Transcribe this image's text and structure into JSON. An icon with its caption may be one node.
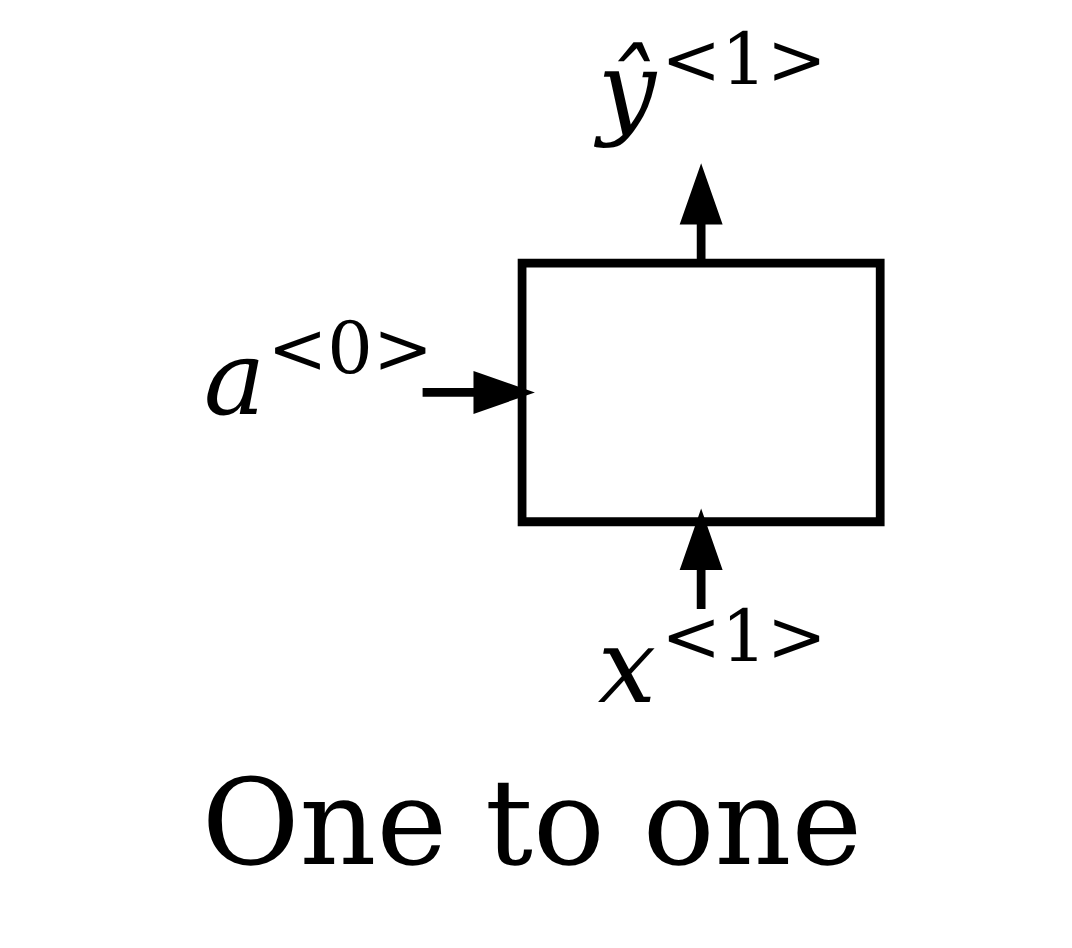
{
  "diagram": {
    "caption": "One to one",
    "nodes": [
      {
        "text": [
          "*ŷ*$^{<1>}$"
        ]
      },
      {
        "text": [
          "*a*$^{<0>}$"
        ]
      },
      {
        "text": [],
        "shape": "box"
      },
      {
        "text": [
          "*x*$^{<1>}$"
        ]
      }
    ],
    "edges": [
      {
        "from": 1,
        "to": 2,
        "arrow": "to"
      },
      {
        "from": 3,
        "to": 2,
        "arrow": "to"
      },
      {
        "from": 2,
        "to": 0,
        "arrow": "to"
      }
    ]
  }
}
